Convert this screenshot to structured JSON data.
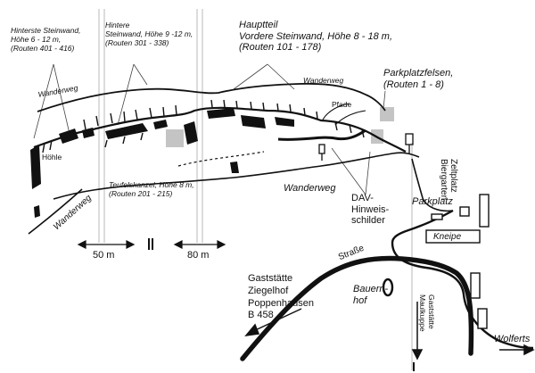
{
  "areas": {
    "hinterste_steinwand": {
      "title": "Hinterste Steinwand,",
      "height": "Höhe 6 - 12 m,",
      "routes": "(Routen 401 - 416)"
    },
    "hintere_steinwand": {
      "title": "Hintere",
      "height": "Steinwand, Höhe 9 -12 m,",
      "routes": "(Routen 301 - 338)"
    },
    "hauptteil": {
      "title": "Hauptteil",
      "subtitle": "Vordere Steinwand, Höhe 8 - 18 m,",
      "routes": "(Routen 101 - 178)"
    },
    "parkplatzfelsen": {
      "title": "Parkplatzfelsen,",
      "routes": "(Routen 1 - 8)"
    },
    "teufelskanzel": {
      "title": "Teufelskanzel, Höhe 8 m,",
      "routes": "(Routen 201 - 215)"
    }
  },
  "labels": {
    "wanderweg_top_left": "Wanderweg",
    "wanderweg_top_right": "Wanderweg",
    "wanderweg_middle": "Wanderweg",
    "wanderweg_left_diag": "Wanderweg",
    "hoehle": "Höhle",
    "pfade": "Pfade",
    "dav_1": "DAV-",
    "dav_2": "Hinweis-",
    "dav_3": "schilder",
    "parkplatz": "Parkplatz",
    "kneipe": "Kneipe",
    "zeltplatz_1": "Zeltplatz",
    "zeltplatz_2": "Biergarten",
    "strasse": "Straße",
    "gast_1": "Gaststätte",
    "gast_2": "Ziegelhof",
    "gast_3": "Poppenhausen",
    "gast_4": "B 458",
    "bauernhof_1": "Bauern-",
    "bauernhof_2": "hof",
    "maulkuppe_1": "Gaststätte",
    "maulkuppe_2": "Maulkuppe",
    "wolferts": "Wolferts"
  },
  "scale": {
    "left": "50 m",
    "right": "80 m"
  },
  "colors": {
    "ink": "#111111",
    "rock_fill": "#111111",
    "gray_marker": "#c4c4c4",
    "guide": "#bfbfbf"
  }
}
